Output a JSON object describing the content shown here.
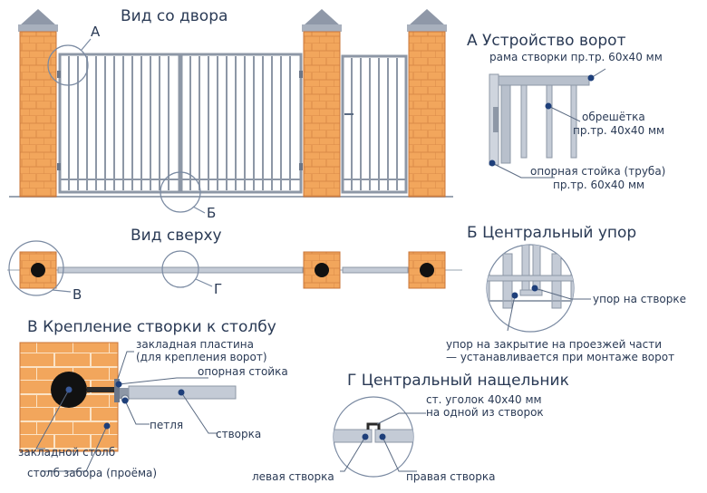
{
  "views": {
    "yard": "Вид со двора",
    "top": "Вид сверху"
  },
  "markers": {
    "a": "А",
    "b": "Б",
    "v": "В",
    "g": "Г"
  },
  "section_a": {
    "title": "А  Устройство ворот",
    "frame": "рама створки пр.тр. 60х40 мм",
    "lathing": [
      "обрешётка",
      "пр.тр. 40х40 мм"
    ],
    "post": [
      "опорная стойка (труба)",
      "пр.тр. 60х40 мм"
    ]
  },
  "section_b": {
    "title": "Б  Центральный упор",
    "stop_on_leaf": "упор на створке",
    "closing_stop": [
      "упор на закрытие на проезжей части",
      "— устанавливается при монтаже ворот"
    ]
  },
  "section_v": {
    "title": "В  Крепление створки к столбу",
    "embed_plate": [
      "закладная пластина",
      "(для крепления ворот)"
    ],
    "support_post": "опорная стойка",
    "hinge": "петля",
    "leaf": "створка",
    "embedded_post": "закладной столб",
    "fence_post": "столб забора (проёма)"
  },
  "section_g": {
    "title": "Г  Центральный нащельник",
    "angle": [
      "ст. уголок 40х40 мм",
      "на одной из створок"
    ],
    "left_leaf": "левая створка",
    "right_leaf": "правая створка"
  },
  "colors": {
    "brick": "#f2a65c",
    "brick_line": "#c8753a",
    "cap": "#8f98a8",
    "frame": "#9aa4b2",
    "text": "#2a3a55",
    "line": "#5a6a82",
    "dot": "#1e3f7a"
  }
}
